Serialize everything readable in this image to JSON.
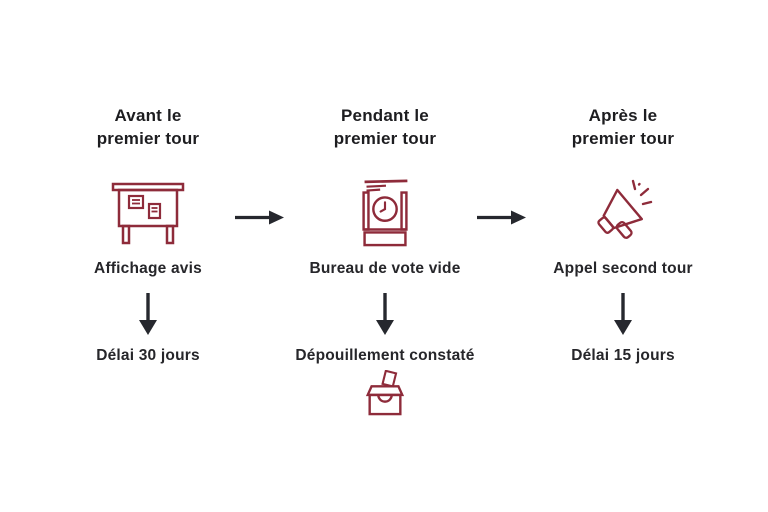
{
  "colors": {
    "background": "#ffffff",
    "accent": "#8e2b3a",
    "heading_text": "#1d1d20",
    "label_text": "#26262a",
    "arrow": "#26282e"
  },
  "columns": [
    {
      "heading_line1": "Avant le",
      "heading_line2": "premier tour",
      "icon": "notice-board-icon",
      "label": "Affichage avis",
      "result": "Délai 30 jours"
    },
    {
      "heading_line1": "Pendant le",
      "heading_line2": "premier tour",
      "icon": "voting-booth-clock-icon",
      "label": "Bureau de vote vide",
      "result": "Dépouillement constaté",
      "result_icon": "ballot-box-icon"
    },
    {
      "heading_line1": "Après le",
      "heading_line2": "premier tour",
      "icon": "megaphone-icon",
      "label": "Appel second tour",
      "result": "Délai 15 jours"
    }
  ]
}
